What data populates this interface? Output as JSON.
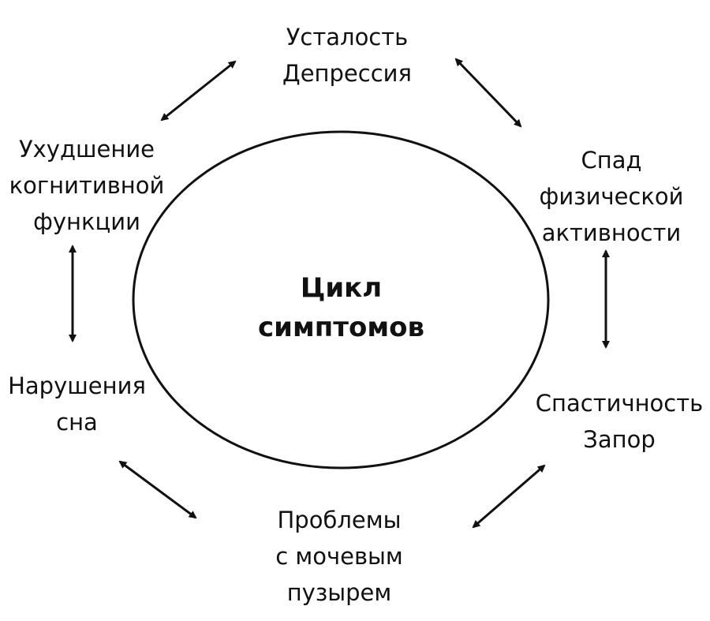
{
  "center": {
    "line1": "Цикл",
    "line2": "симптомов"
  },
  "nodes": [
    {
      "id": "top",
      "lines": [
        "Усталость",
        "Депрессия"
      ]
    },
    {
      "id": "right-top",
      "lines": [
        "Спад",
        "физической",
        "активности"
      ]
    },
    {
      "id": "right-bottom",
      "lines": [
        "Спастичность",
        "Запор"
      ]
    },
    {
      "id": "bottom",
      "lines": [
        "Проблемы",
        "с мочевым",
        "пузырем"
      ]
    },
    {
      "id": "left-bottom",
      "lines": [
        "Нарушения",
        "сна"
      ]
    },
    {
      "id": "left-top",
      "lines": [
        "Ухудшение",
        "когнитивной",
        "функции"
      ]
    }
  ],
  "arrows": [
    {
      "from": "left-top",
      "to": "top",
      "type": "bidirectional"
    },
    {
      "from": "top",
      "to": "right-top",
      "type": "bidirectional"
    },
    {
      "from": "right-top",
      "to": "right-bottom",
      "type": "bidirectional"
    },
    {
      "from": "right-bottom",
      "to": "bottom",
      "type": "bidirectional"
    },
    {
      "from": "bottom",
      "to": "left-bottom",
      "type": "bidirectional"
    },
    {
      "from": "left-bottom",
      "to": "left-top",
      "type": "bidirectional"
    }
  ],
  "colors": {
    "stroke": "#111111",
    "background": "#ffffff"
  }
}
